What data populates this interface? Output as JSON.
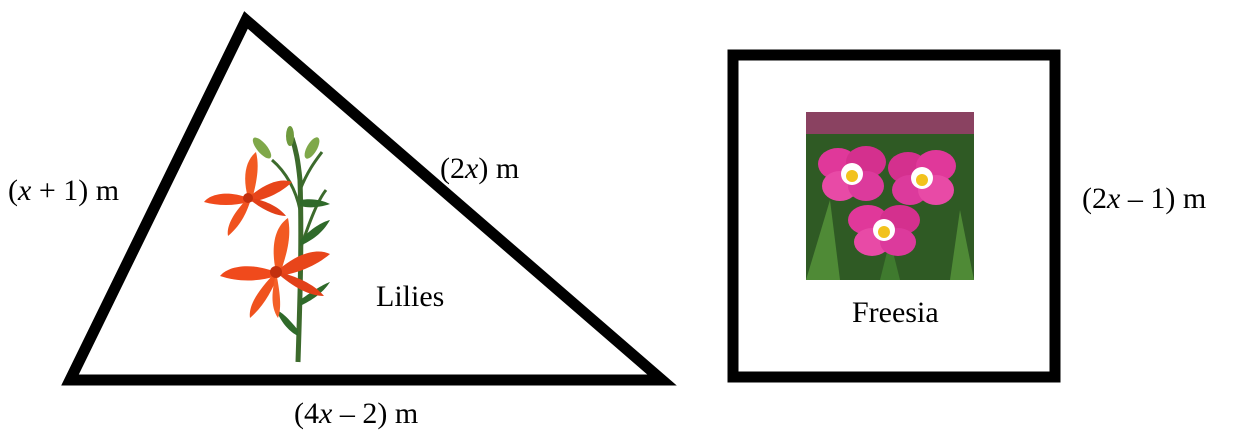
{
  "triangle": {
    "left_side": {
      "open": "(",
      "var": "x",
      "rest": " + 1) m"
    },
    "right_side": {
      "open": "(2",
      "var": "x",
      "rest": ") m"
    },
    "base": {
      "open": "(4",
      "var": "x",
      "rest": " – 2) m"
    },
    "flower_label": "Lilies"
  },
  "square": {
    "side": {
      "open": "(2",
      "var": "x",
      "rest": " – 1) m"
    },
    "flower_label": "Freesia"
  },
  "colors": {
    "outline": "#000000",
    "lily_petal": "#f04a1c",
    "lily_stem": "#3c6a2c",
    "freesia_petal": "#e0389a",
    "freesia_leaves": "#2f5a24"
  }
}
